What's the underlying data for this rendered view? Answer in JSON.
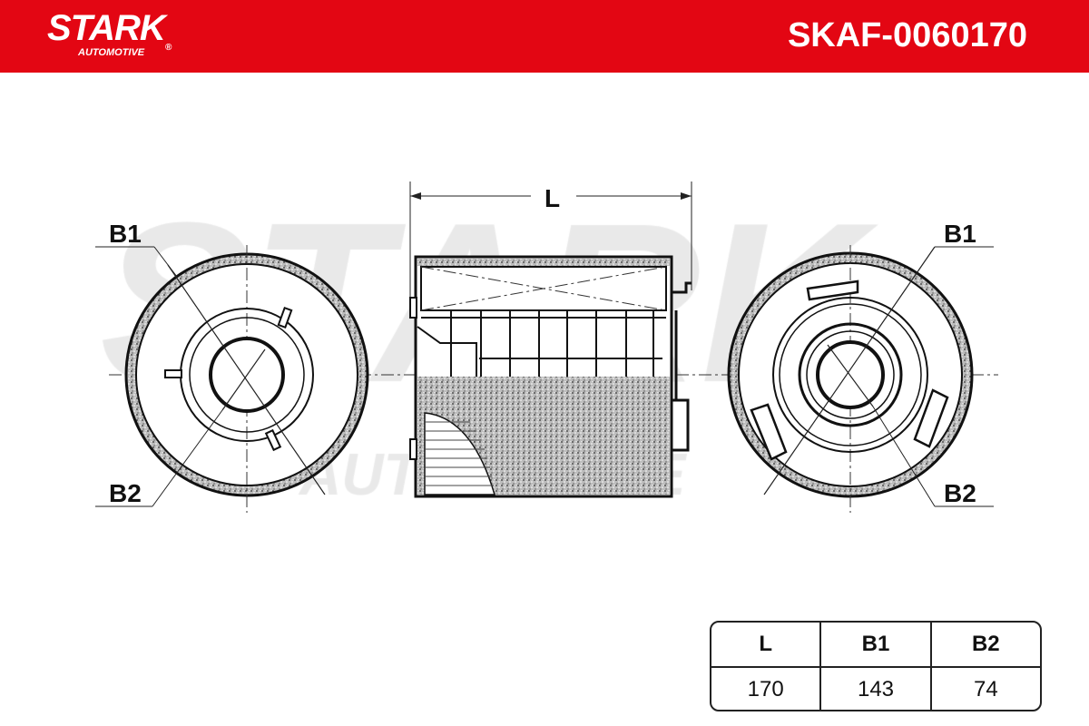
{
  "header": {
    "brand": "STARK",
    "brand_sub": "AUTOMOTIVE",
    "registered": "®",
    "part_number": "SKAF-0060170",
    "color": "#e30613"
  },
  "drawing": {
    "label_length": "L",
    "label_b1": "B1",
    "label_b2": "B2",
    "watermark": "STARK",
    "watermark_sub": "AUTOMOTIVE"
  },
  "dimensions": {
    "headers": [
      "L",
      "B1",
      "B2"
    ],
    "values": [
      "170",
      "143",
      "74"
    ]
  }
}
